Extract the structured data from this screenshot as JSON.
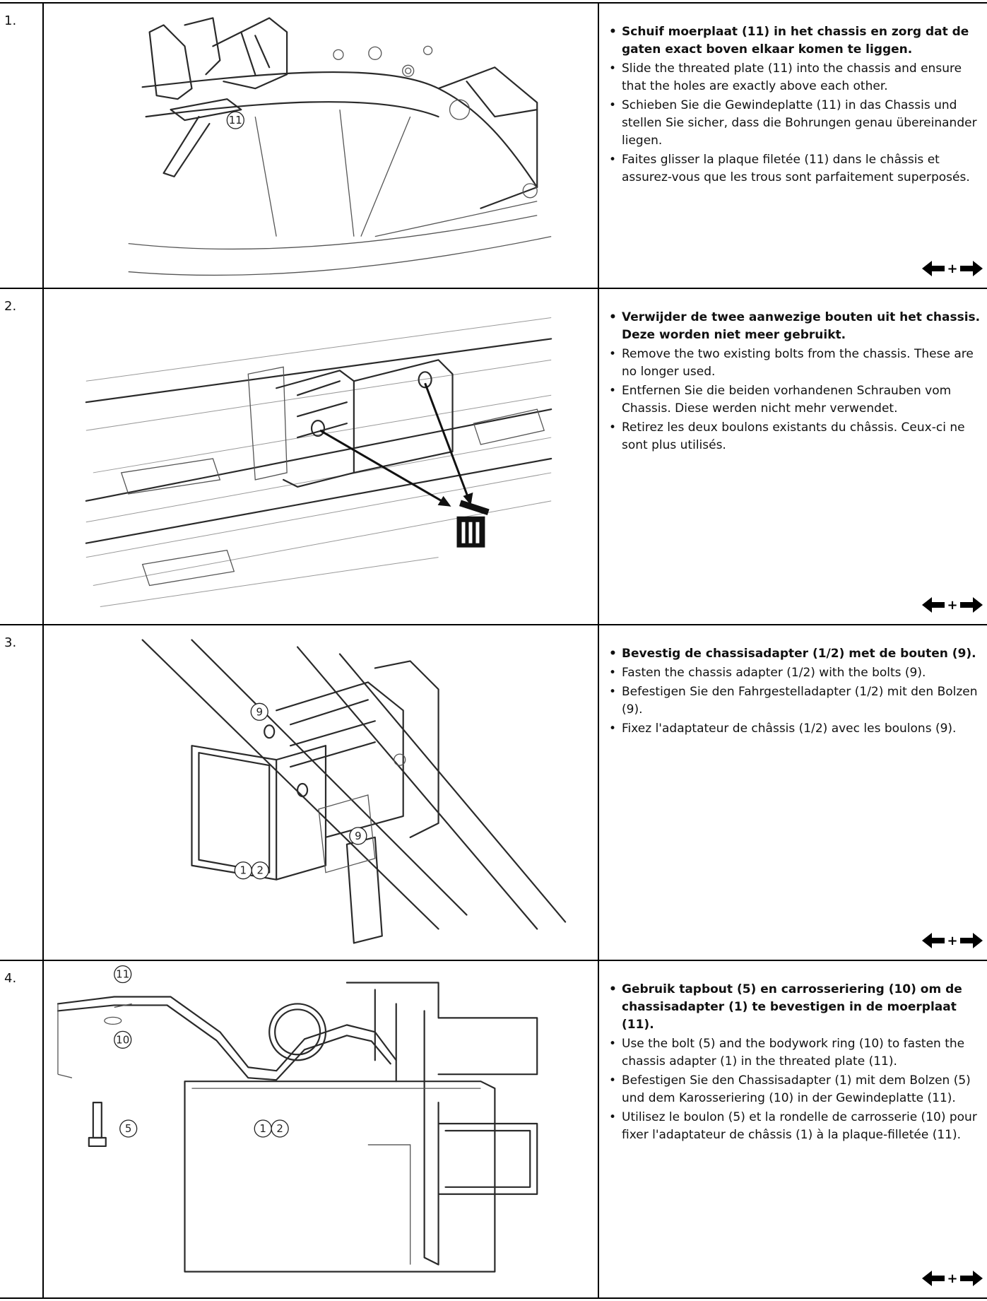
{
  "steps": [
    {
      "number": "1.",
      "callouts": [
        "11"
      ],
      "lines": [
        "Schuif moerplaat (11) in het chassis en zorg dat de gaten exact boven elkaar komen te liggen.",
        "Slide the threated plate (11) into the chassis and ensure that the holes are exactly above each other.",
        "Schieben Sie die Gewindeplatte (11) in das Chassis und stellen Sie sicher, dass die Bohrungen genau übereinander liegen.",
        "Faites glisser la plaque filetée (11) dans le châssis et assurez-vous que les trous sont parfaitement superposés."
      ]
    },
    {
      "number": "2.",
      "callouts": [],
      "lines": [
        "Verwijder de twee aanwezige bouten uit het chassis. Deze worden niet meer gebruikt.",
        "Remove the two existing bolts from the chassis. These are no longer used.",
        "Entfernen Sie die beiden vorhandenen Schrauben vom Chassis. Diese werden nicht mehr verwendet.",
        "Retirez les deux boulons existants du châssis. Ceux-ci ne sont plus utilisés."
      ]
    },
    {
      "number": "3.",
      "callouts": [
        "9",
        "9",
        "1",
        "2"
      ],
      "lines": [
        "Bevestig de chassisadapter (1/2) met de bouten (9).",
        "Fasten the chassis adapter (1/2) with the bolts (9).",
        "Befestigen Sie den Fahrgestelladapter (1/2) mit den Bolzen (9).",
        "Fixez l'adaptateur de châssis (1/2) avec les boulons (9)."
      ]
    },
    {
      "number": "4.",
      "callouts": [
        "11",
        "10",
        "5",
        "1",
        "2"
      ],
      "lines": [
        "Gebruik tapbout (5) en carrosseriering (10) om de chassisadapter (1) te bevestigen in de moerplaat (11).",
        "Use the bolt (5) and the bodywork ring (10) to fasten the chassis adapter (1) in the threated plate (11).",
        "Befestigen Sie den Chassisadapter (1) mit dem Bolzen (5) und dem Karosseriering (10) in der Gewindeplatte (11).",
        "Utilisez le boulon (5) et la rondelle de carrosserie (10) pour fixer l'adaptateur de châssis (1) à la plaque-filletée (11)."
      ]
    }
  ],
  "icons": {
    "nav": "left-plus-right-arrows-icon",
    "bin": "trash-bin-icon"
  },
  "colors": {
    "ink": "#111111",
    "border": "#000000"
  }
}
